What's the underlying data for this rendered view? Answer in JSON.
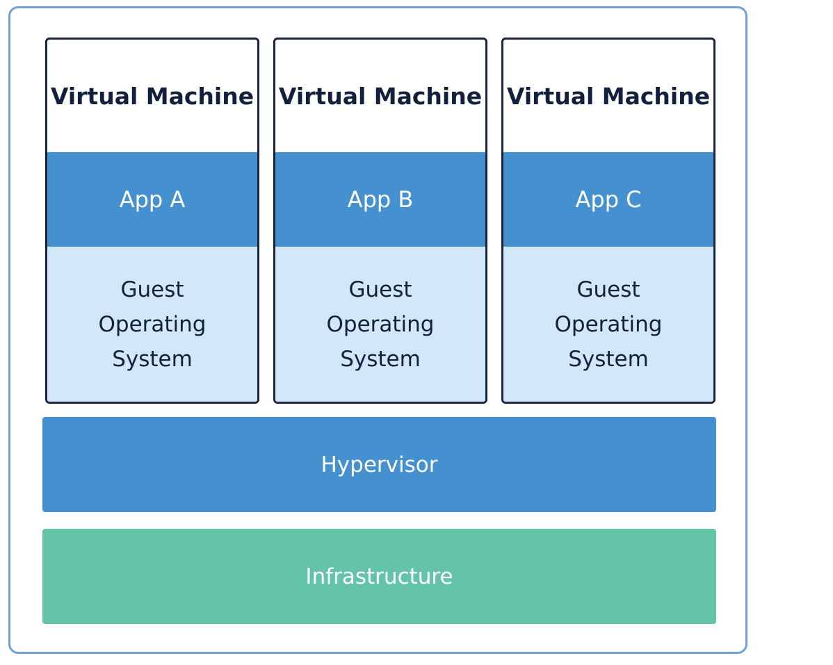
{
  "colors": {
    "frame_border": "#6fa0d8",
    "vm_border": "#1a2440",
    "app_fill": "#4590cf",
    "os_fill": "#d2e7f8",
    "hypervisor_fill": "#4590cf",
    "infrastructure_fill": "#64c4a8",
    "dark_text": "#13203d"
  },
  "virtual_machines": [
    {
      "title": "Virtual Machine",
      "app": "App A",
      "guest_os": "Guest\nOperating\nSystem"
    },
    {
      "title": "Virtual Machine",
      "app": "App B",
      "guest_os": "Guest\nOperating\nSystem"
    },
    {
      "title": "Virtual Machine",
      "app": "App C",
      "guest_os": "Guest\nOperating\nSystem"
    }
  ],
  "layers": {
    "hypervisor": "Hypervisor",
    "infrastructure": "Infrastructure"
  }
}
